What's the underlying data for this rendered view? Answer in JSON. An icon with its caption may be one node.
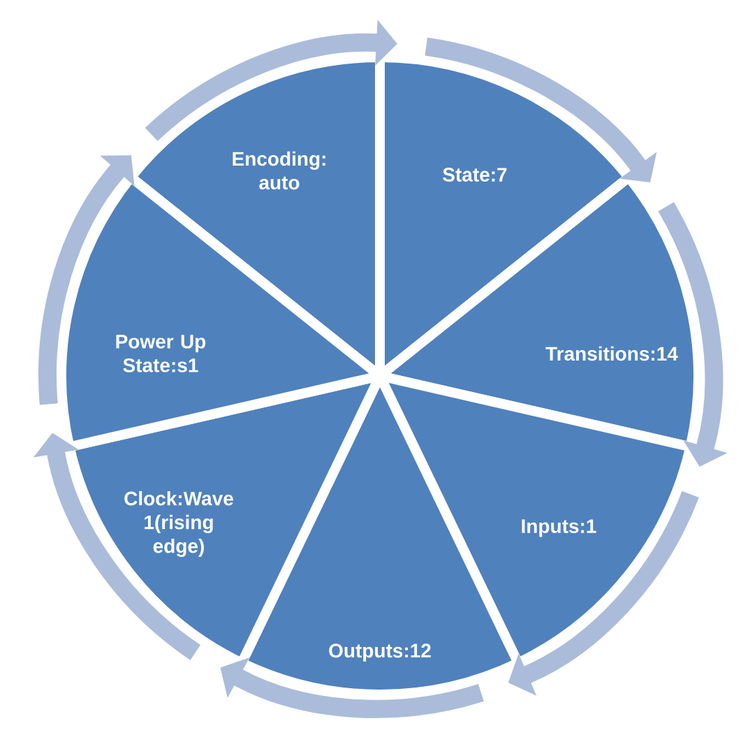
{
  "diagram": {
    "nodes": [
      {
        "text": [
          "Encoding: auto"
        ]
      },
      {
        "text": [
          "State:7"
        ]
      },
      {
        "text": [
          "Transitions:14"
        ]
      },
      {
        "text": [
          "Inputs:1"
        ]
      },
      {
        "text": [
          "Outputs:12"
        ]
      },
      {
        "text": [
          "Clock:Wave 1(rising edge)"
        ]
      },
      {
        "text": [
          "Power Up State:s1"
        ]
      }
    ],
    "edges": [
      {
        "from": 0,
        "to": 1,
        "arrow": "to"
      },
      {
        "from": 1,
        "to": 2,
        "arrow": "to"
      },
      {
        "from": 2,
        "to": 3,
        "arrow": "to"
      },
      {
        "from": 3,
        "to": 4,
        "arrow": "to"
      },
      {
        "from": 4,
        "to": 5,
        "arrow": "to"
      },
      {
        "from": 5,
        "to": 6,
        "arrow": "to"
      },
      {
        "from": 6,
        "to": 0,
        "arrow": "to"
      }
    ]
  }
}
